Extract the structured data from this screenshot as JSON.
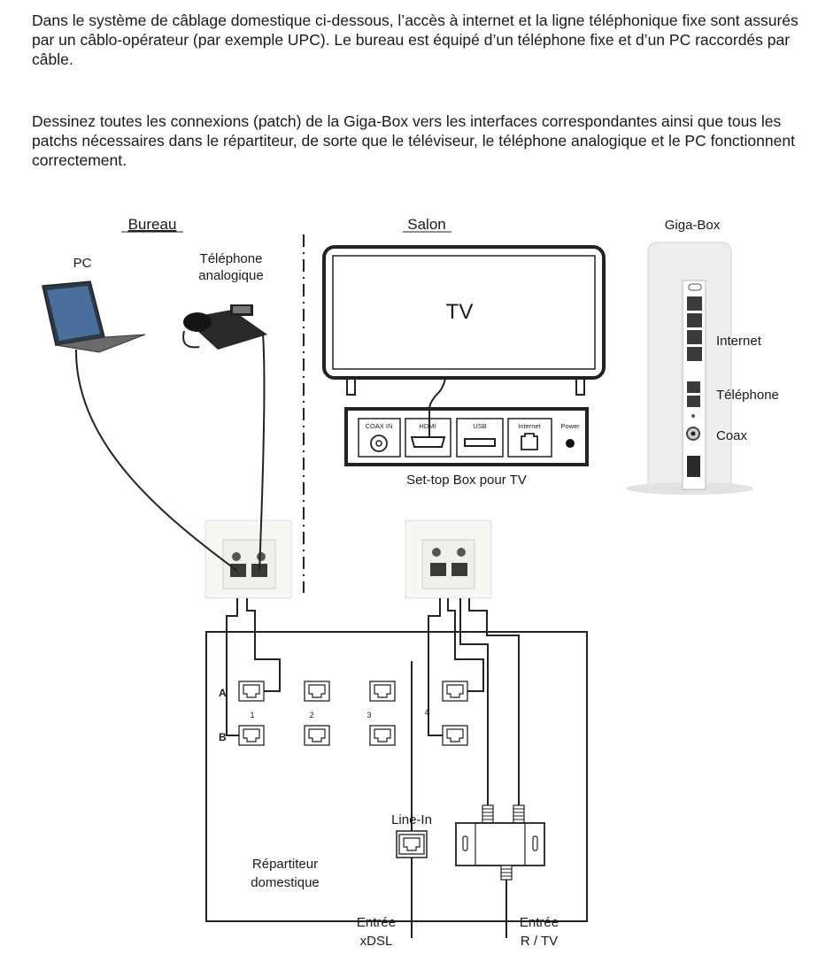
{
  "instructions": {
    "paragraph1": "Dans le système de câblage domestique ci-dessous, l’accès à internet et la ligne téléphonique fixe sont assurés par un câblo-opérateur (par exemple UPC). Le bureau est équipé d’un téléphone fixe et d’un PC raccordés par câble.",
    "paragraph2": "Dessinez toutes les connexions (patch) de la Giga-Box vers les interfaces correspondantes ainsi que tous les patchs nécessaires dans le répartiteur, de sorte que le téléviseur, le téléphone analogique et le PC fonctionnent correctement."
  },
  "rooms": {
    "office": "Bureau",
    "living_room": "Salon"
  },
  "devices": {
    "pc": "PC",
    "phone_line1": "Téléphone",
    "phone_line2": "analogique",
    "tv": "TV",
    "stb_caption": "Set-top Box pour TV",
    "stb_ports": [
      "COAX IN",
      "HDMI",
      "USB",
      "Internet",
      "Power"
    ]
  },
  "gigabox": {
    "title": "Giga-Box",
    "ports": [
      "Internet",
      "Téléphone",
      "Coax"
    ]
  },
  "distributor": {
    "title_line1": "Répartiteur",
    "title_line2": "domestique",
    "row_labels": [
      "A",
      "B"
    ],
    "column_labels": [
      "1",
      "2",
      "3",
      "4"
    ],
    "line_in": "Line-In",
    "input_xdsl_line1": "Entrée",
    "input_xdsl_line2": "xDSL",
    "input_rtv_line1": "Entrée",
    "input_rtv_line2": "R / TV"
  }
}
